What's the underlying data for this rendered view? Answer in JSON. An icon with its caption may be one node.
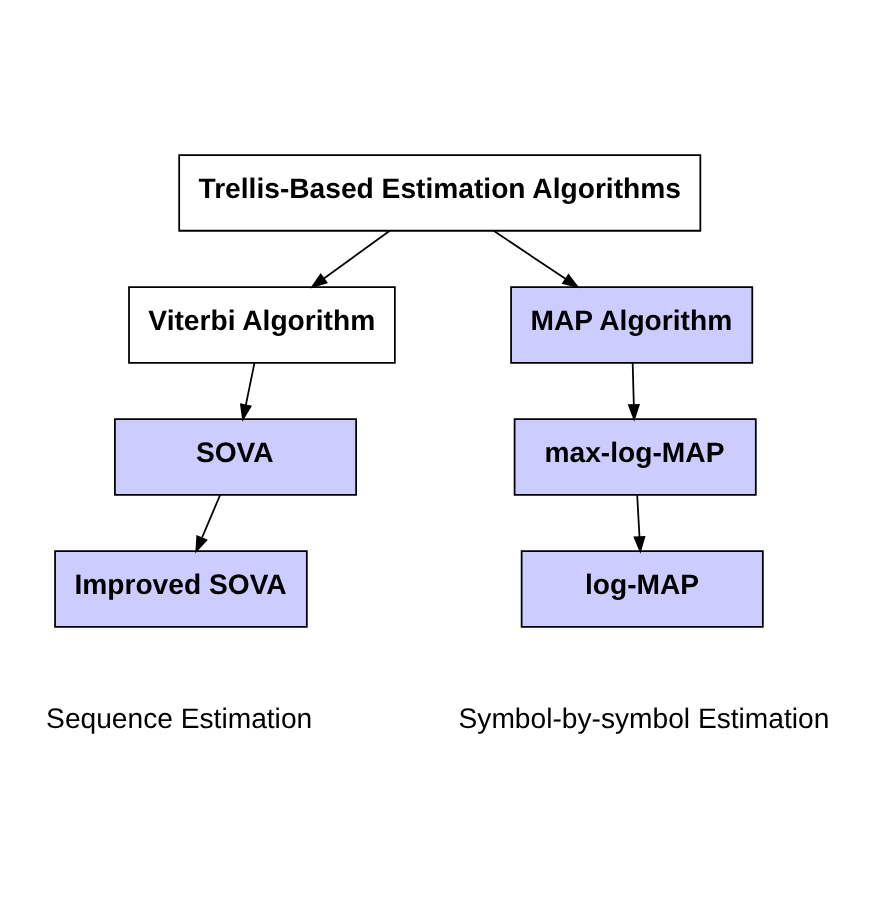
{
  "diagram": {
    "nodes": [
      {
        "text": [
          "Trellis-Based Estimation Algorithms"
        ]
      },
      {
        "text": [
          "Viterbi Algorithm"
        ]
      },
      {
        "text": [
          "MAP Algorithm"
        ]
      },
      {
        "text": [
          "SOVA"
        ]
      },
      {
        "text": [
          "max-log-MAP"
        ]
      },
      {
        "text": [
          "Improved SOVA"
        ]
      },
      {
        "text": [
          "log-MAP"
        ]
      }
    ],
    "edges": [
      {
        "from": 0,
        "to": 1,
        "arrow": "to"
      },
      {
        "from": 0,
        "to": 2,
        "arrow": "to"
      },
      {
        "from": 1,
        "to": 3,
        "arrow": "to"
      },
      {
        "from": 2,
        "to": 4,
        "arrow": "to"
      },
      {
        "from": 3,
        "to": 5,
        "arrow": "to"
      },
      {
        "from": 4,
        "to": 6,
        "arrow": "to"
      }
    ],
    "labels": [
      "Sequence Estimation",
      "Symbol-by-symbol Estimation"
    ]
  }
}
